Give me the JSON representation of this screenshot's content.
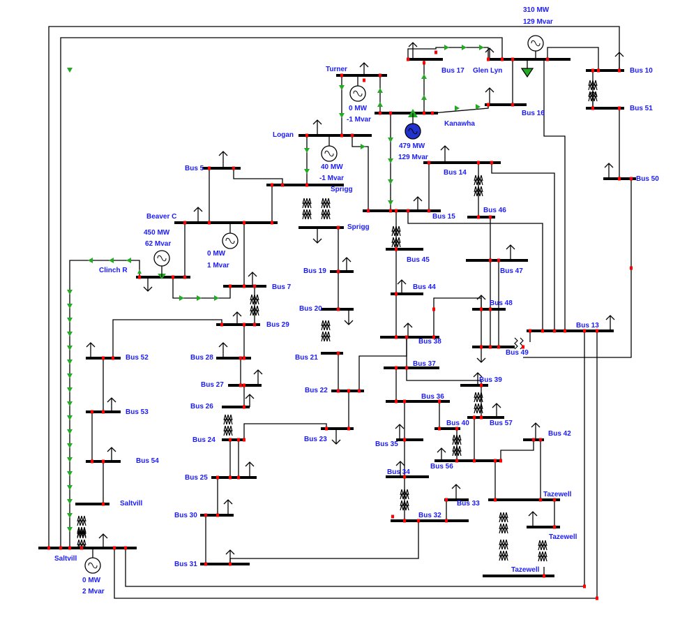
{
  "colors": {
    "line": "#000000",
    "label": "#1a1aff",
    "flow_arrow": "#22aa22",
    "breaker": "#ff0000",
    "gen_blue": "#2233cc",
    "background": "#ffffff"
  },
  "bus_labels": {
    "turner": "Turner",
    "bus17": "Bus 17",
    "glen_lyn": "Glen Lyn",
    "bus10": "Bus 10",
    "bus51": "Bus 51",
    "bus16": "Bus 16",
    "kanawha": "Kanawha",
    "logan": "Logan",
    "bus5": "Bus 5",
    "bus14": "Bus 14",
    "bus50": "Bus 50",
    "sprigg_a": "Sprigg",
    "sprigg_b": "Sprigg",
    "bus46": "Bus 46",
    "bus15": "Bus 15",
    "beaver_c": "Beaver C",
    "clinch_r": "Clinch R",
    "bus45": "Bus 45",
    "bus47": "Bus 47",
    "bus19": "Bus 19",
    "bus44": "Bus 44",
    "bus7": "Bus 7",
    "bus20": "Bus 20",
    "bus48": "Bus 48",
    "bus29": "Bus 29",
    "bus13": "Bus 13",
    "bus38": "Bus 38",
    "bus49": "Bus 49",
    "bus52": "Bus 52",
    "bus28": "Bus 28",
    "bus21": "Bus 21",
    "bus37": "Bus 37",
    "bus39": "Bus 39",
    "bus27": "Bus 27",
    "bus22": "Bus 22",
    "bus36": "Bus 36",
    "bus26": "Bus 26",
    "bus53": "Bus 53",
    "bus40": "Bus 40",
    "bus57": "Bus 57",
    "bus24": "Bus 24",
    "bus23": "Bus 23",
    "bus35": "Bus 35",
    "bus42": "Bus 42",
    "bus54": "Bus 54",
    "bus56": "Bus 56",
    "bus34": "Bus 34",
    "bus25": "Bus 25",
    "saltvill_b": "Saltvill",
    "tazewell_a": "Tazewell",
    "bus33": "Bus 33",
    "bus30": "Bus 30",
    "bus32": "Bus 32",
    "tazewell_b": "Tazewell",
    "saltvill_a": "Saltvill",
    "bus31": "Bus 31",
    "tazewell_c": "Tazewell"
  },
  "generators": {
    "glen_lyn": {
      "mw": "310 MW",
      "mvar": "129 Mvar"
    },
    "turner": {
      "mw": "0 MW",
      "mvar": "-1 Mvar"
    },
    "kanawha": {
      "mw": "479 MW",
      "mvar": "129 Mvar"
    },
    "logan": {
      "mw": "40 MW",
      "mvar": "-1 Mvar"
    },
    "beaver_c": {
      "mw": "450 MW",
      "mvar": "62 Mvar"
    },
    "bus5_gen": {
      "mw": "0 MW",
      "mvar": "1 Mvar"
    },
    "saltvill": {
      "mw": "0 MW",
      "mvar": "2 Mvar"
    }
  },
  "icons": [
    "generator-icon",
    "load-arrow-icon",
    "transformer-icon",
    "flow-arrow-icon",
    "breaker-icon"
  ]
}
